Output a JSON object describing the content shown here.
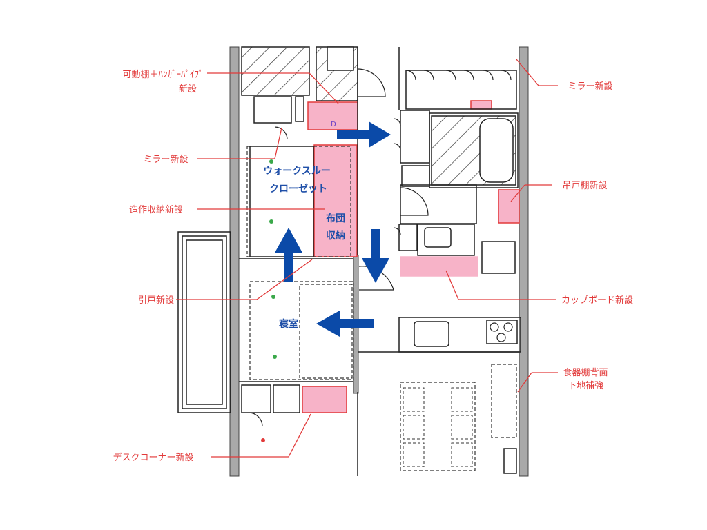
{
  "labels": {
    "movable_shelf": "可動棚＋ﾊﾝｶﾞｰﾊﾟｲﾌﾟ",
    "movable_shelf_new": "新設",
    "mirror_left": "ミラー新設",
    "custom_storage": "造作収納新設",
    "sliding_door": "引戸新設",
    "desk_corner": "デスクコーナー新設",
    "mirror_right": "ミラー新設",
    "hanging_shelf": "吊戸棚新設",
    "cupboard": "カップボード新設",
    "dish_shelf_line1": "食器棚背面",
    "dish_shelf_line2": "下地補強"
  },
  "rooms": {
    "walk_in_closet_line1": "ウォークスルー",
    "walk_in_closet_line2": "クローゼット",
    "futon_line1": "布団",
    "futon_line2": "収納",
    "bedroom": "寝室",
    "d_mark": "D"
  },
  "colors": {
    "callout_red": "#e23a3a",
    "arrow_blue": "#0b4aa8",
    "highlight_pink": "#f7b3c8",
    "wall_gray": "#a0a0a0",
    "line_black": "#222222"
  }
}
